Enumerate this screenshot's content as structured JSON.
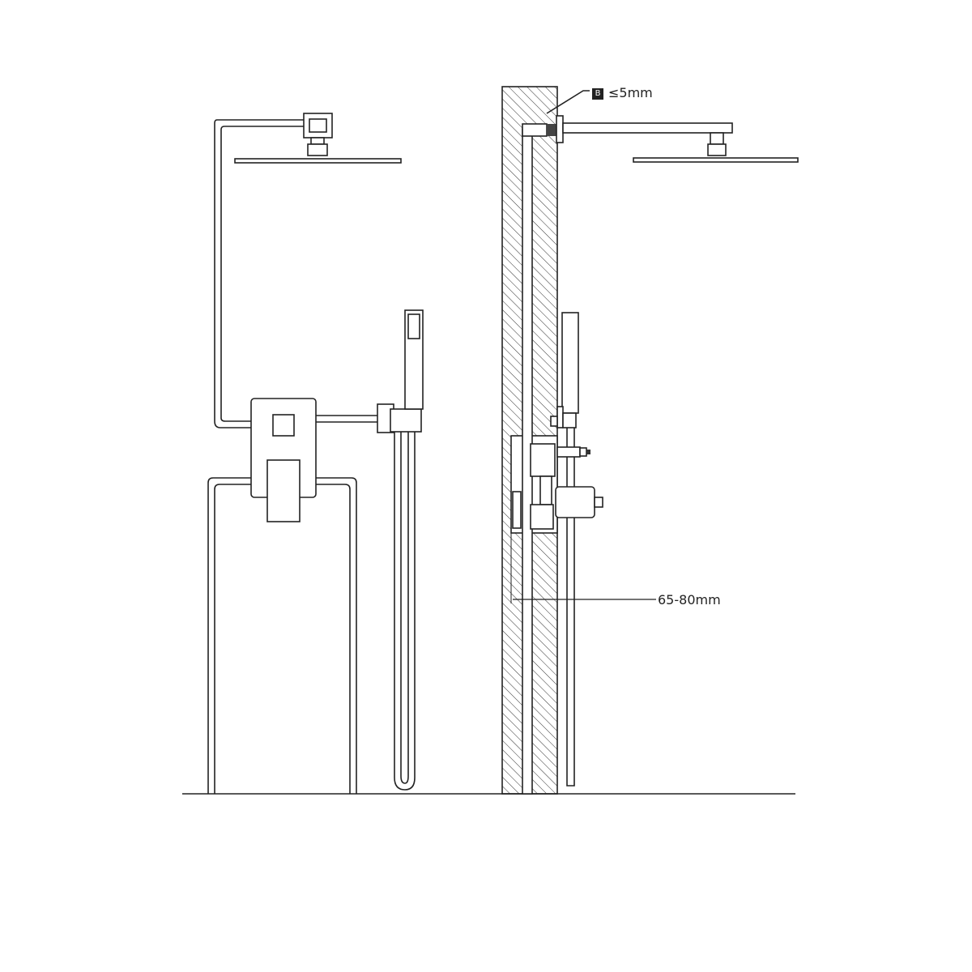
{
  "labels": {
    "gap_badge": "B",
    "gap_spec": "≤5mm",
    "wall_depth": "65-80mm"
  }
}
